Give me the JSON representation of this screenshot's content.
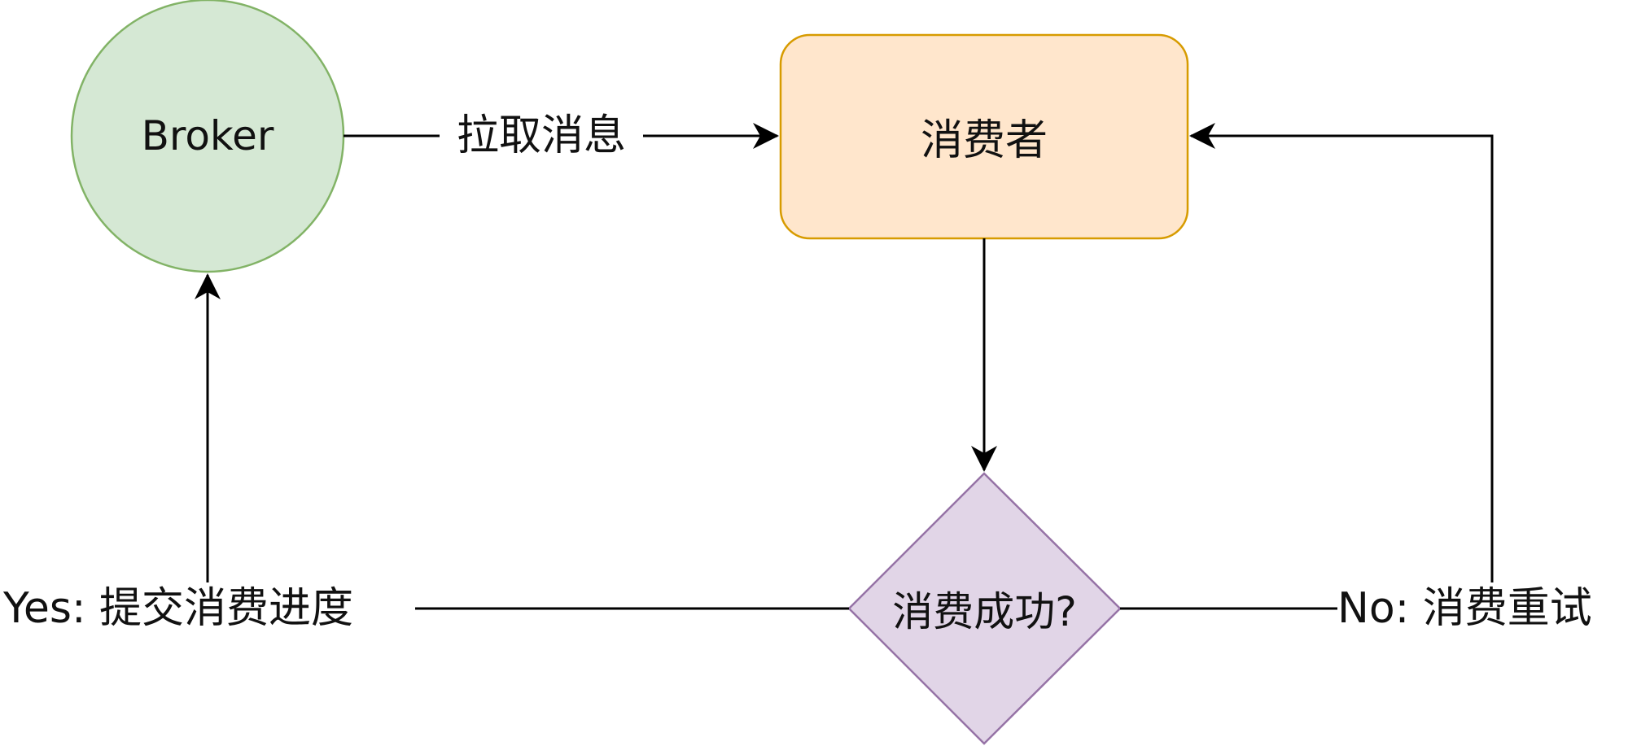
{
  "nodes": {
    "broker": {
      "label": "Broker",
      "shape": "circle",
      "fill": "#d5e8d4",
      "stroke": "#82b366"
    },
    "consumer": {
      "label": "消费者",
      "shape": "rounded-rectangle",
      "fill": "#ffe6cc",
      "stroke": "#d79b00"
    },
    "decision": {
      "label": "消费成功?",
      "shape": "diamond",
      "fill": "#e1d5e7",
      "stroke": "#9673a6"
    }
  },
  "edges": {
    "pull": {
      "label": "拉取消息",
      "from": "broker",
      "to": "consumer"
    },
    "consume": {
      "label": "",
      "from": "consumer",
      "to": "decision"
    },
    "yes": {
      "label": "Yes: 提交消费进度",
      "from": "decision",
      "to": "broker"
    },
    "no": {
      "label": "No: 消费重试",
      "from": "decision",
      "to": "consumer"
    }
  },
  "colors": {
    "line": "#000000",
    "background": "#ffffff"
  }
}
